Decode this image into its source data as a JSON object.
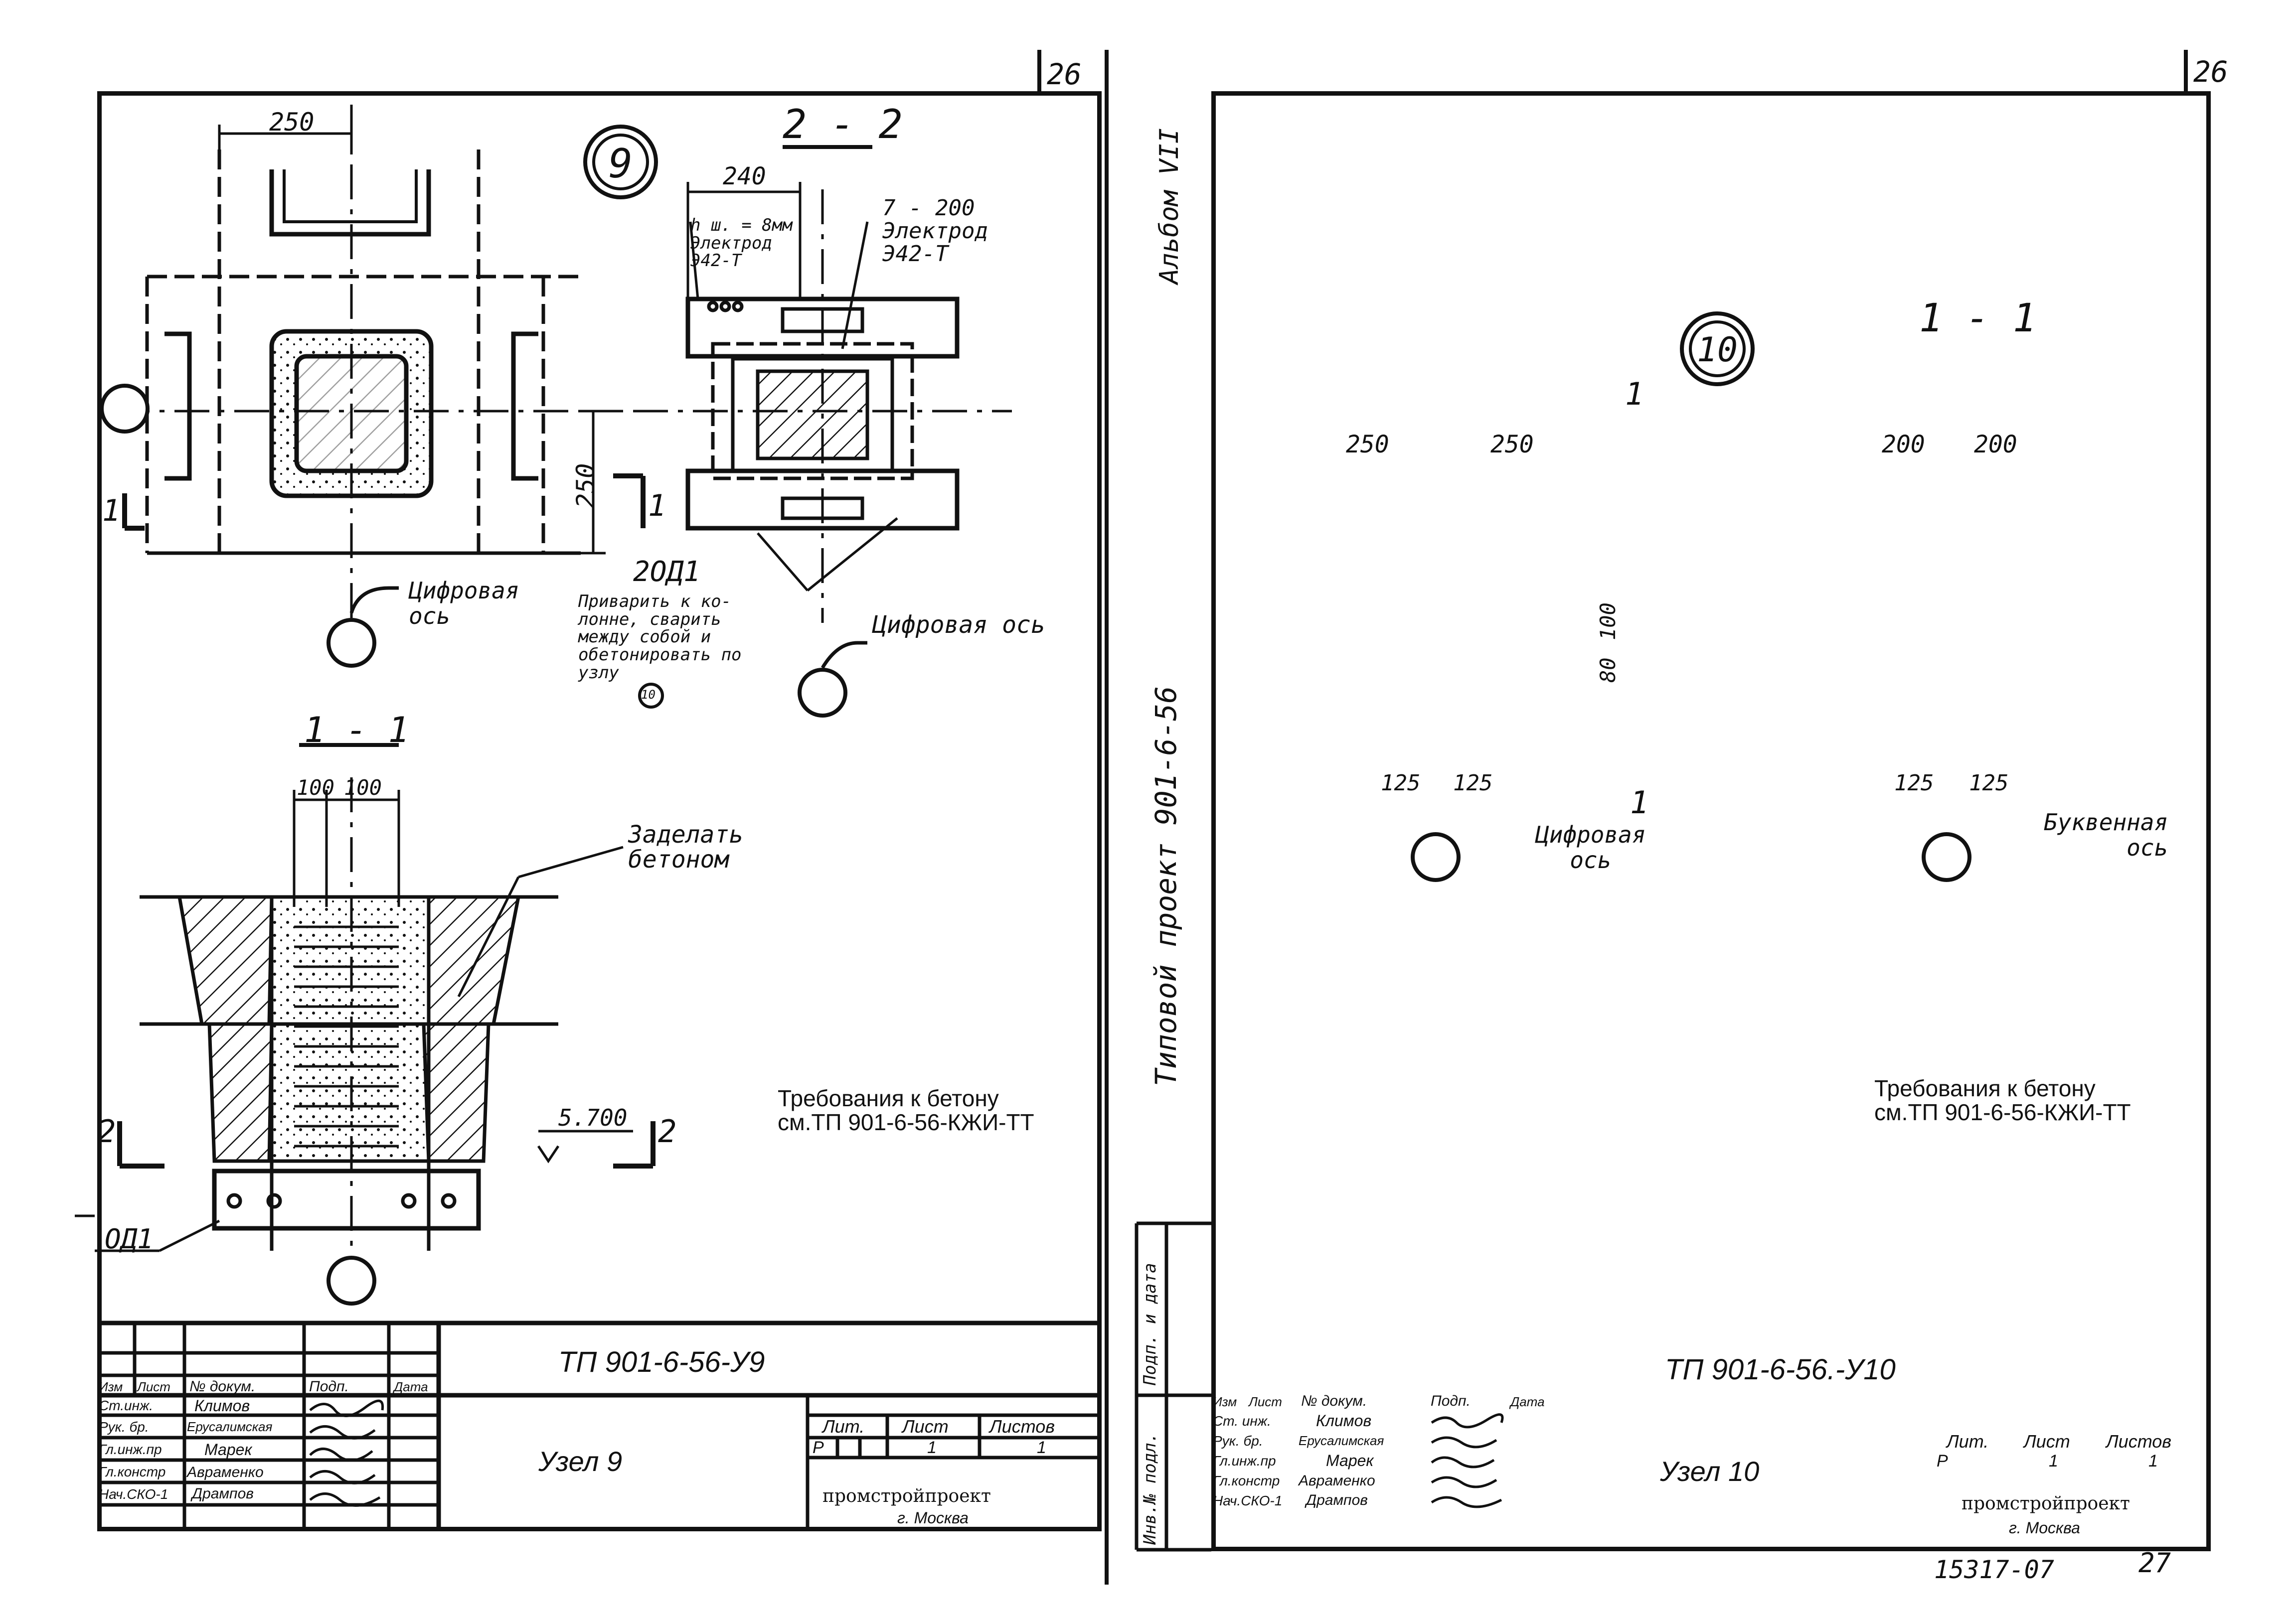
{
  "left_sheet": {
    "sheet_number": "26",
    "node_symbol": "9",
    "plan": {
      "dim_top": "250",
      "dim_right": "250",
      "section_mark": "1",
      "axis_label": "Цифровая\nось"
    },
    "section_2_2": {
      "title": "2 - 2",
      "dim_width": "240",
      "weld_label": "h ш. = 8мм\nЭлектрод\nЭ42-Т",
      "weld_label_right": "7 - 200\nЭлектрод\nЭ42-Т",
      "callout_id": "2ОД1",
      "callout_text": "Приварить к ко-\nлонне, сварить\nмежду собой и\nобетонировать по\nузлу",
      "callout_ref": "10",
      "axis_label": "Цифровая ось"
    },
    "section_1_1": {
      "title": "1 - 1",
      "dim_left": "100",
      "dim_right": "100",
      "note": "Заделать\nбетоном",
      "elev": "5.700",
      "section_mark": "2",
      "part_label": "ОД1"
    },
    "requirements": "Требования к бетону\nсм.ТП 901-6-56-КЖИ-ТТ",
    "title_block": {
      "code": "ТП 901-6-56-У9",
      "name": "Узел 9",
      "headers": [
        "Изм",
        "Лист",
        "№ докум.",
        "Подп.",
        "Дата"
      ],
      "roles": [
        "Ст.инж.",
        "Рук. бр.",
        "Гл.инж.пр",
        "Гл.констр",
        "Нач.СКО-1"
      ],
      "persons": [
        "Климов",
        "Ерусалимская",
        "Марек",
        "Авраменко",
        "Дрампов"
      ],
      "lit_header": "Лит.",
      "list_header": "Лист",
      "lists_header": "Листов",
      "lit": "Р",
      "list": "1",
      "lists": "1",
      "org": "промстройпроект",
      "city": "г. Москва"
    }
  },
  "right_sheet": {
    "sheet_number": "26",
    "node_symbol": "10",
    "side_vertical": "Типовой проект 901-6-56",
    "album": "Альбом VII",
    "stamp_col1": "Инв.№ подл.",
    "stamp_col2": "Подп. и дата",
    "section_1_1_left": {
      "dim_left": "250",
      "dim_right": "250",
      "dim_v1": "100",
      "dim_v2": "80",
      "dim_bot_left": "125",
      "dim_bot_right": "125",
      "section_mark": "1",
      "axis_label": "Цифровая\nось"
    },
    "section_1_1_right": {
      "title": "1 - 1",
      "dim_left": "200",
      "dim_right": "200",
      "dim_bot_left": "125",
      "dim_bot_right": "125",
      "axis_label": "Буквенная\nось"
    },
    "requirements": "Требования к бетону\nсм.ТП 901-6-56-КЖИ-ТТ",
    "title_block": {
      "code": "ТП 901-6-56.-У10",
      "name": "Узел 10",
      "headers": [
        "Изм",
        "Лист",
        "№ докум.",
        "Подп.",
        "Дата"
      ],
      "roles": [
        "Ст. инж.",
        "Рук. бр.",
        "Гл.инж.пр",
        "Гл.констр",
        "Нач.СКО-1"
      ],
      "persons": [
        "Климов",
        "Ерусалимская",
        "Марек",
        "Авраменко",
        "Дрампов"
      ],
      "lit_header": "Лит.",
      "list_header": "Лист",
      "lists_header": "Листов",
      "lit": "Р",
      "list": "1",
      "lists": "1",
      "org": "промстройпроект",
      "city": "г. Москва"
    },
    "archive_no": "15317-07",
    "page_no": "27"
  }
}
